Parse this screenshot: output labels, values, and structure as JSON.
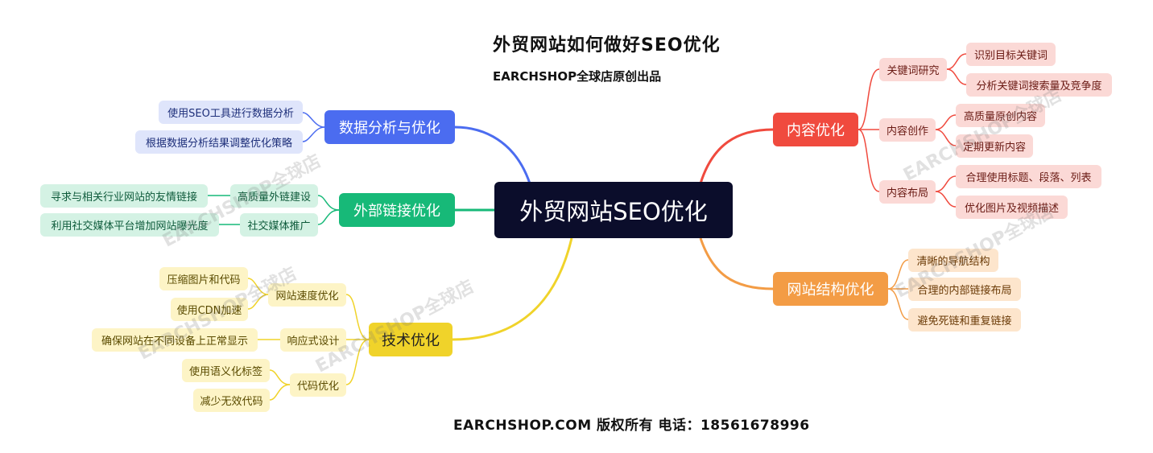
{
  "header": {
    "title": "外贸网站如何做好SEO优化",
    "subtitle": "EARCHSHOP全球店原创出品"
  },
  "footer": {
    "text": "EARCHSHOP.COM 版权所有 电话：18561678996"
  },
  "watermark": "EARCHSHOP全球店",
  "colors": {
    "root": "#0b0d2b",
    "blue": "#4b6cf0",
    "green": "#17b978",
    "yellow": "#f0d32a",
    "red": "#f04a3e",
    "orange": "#f39c45"
  },
  "mindmap": {
    "root": "外贸网站SEO优化",
    "branches": {
      "data": {
        "label": "数据分析与优化",
        "leaves": [
          "使用SEO工具进行数据分析",
          "根据数据分析结果调整优化策略"
        ]
      },
      "links": {
        "label": "外部链接优化",
        "subs": [
          {
            "label": "高质量外链建设",
            "leaves": [
              "寻求与相关行业网站的友情链接"
            ]
          },
          {
            "label": "社交媒体推广",
            "leaves": [
              "利用社交媒体平台增加网站曝光度"
            ]
          }
        ]
      },
      "tech": {
        "label": "技术优化",
        "subs": [
          {
            "label": "网站速度优化",
            "leaves": [
              "压缩图片和代码",
              "使用CDN加速"
            ]
          },
          {
            "label": "响应式设计",
            "leaves": [
              "确保网站在不同设备上正常显示"
            ]
          },
          {
            "label": "代码优化",
            "leaves": [
              "使用语义化标签",
              "减少无效代码"
            ]
          }
        ]
      },
      "content": {
        "label": "内容优化",
        "subs": [
          {
            "label": "关键词研究",
            "leaves": [
              "识别目标关键词",
              "分析关键词搜索量及竞争度"
            ]
          },
          {
            "label": "内容创作",
            "leaves": [
              "高质量原创内容",
              "定期更新内容"
            ]
          },
          {
            "label": "内容布局",
            "leaves": [
              "合理使用标题、段落、列表",
              "优化图片及视频描述"
            ]
          }
        ]
      },
      "structure": {
        "label": "网站结构优化",
        "leaves": [
          "清晰的导航结构",
          "合理的内部链接布局",
          "避免死链和重复链接"
        ]
      }
    }
  }
}
